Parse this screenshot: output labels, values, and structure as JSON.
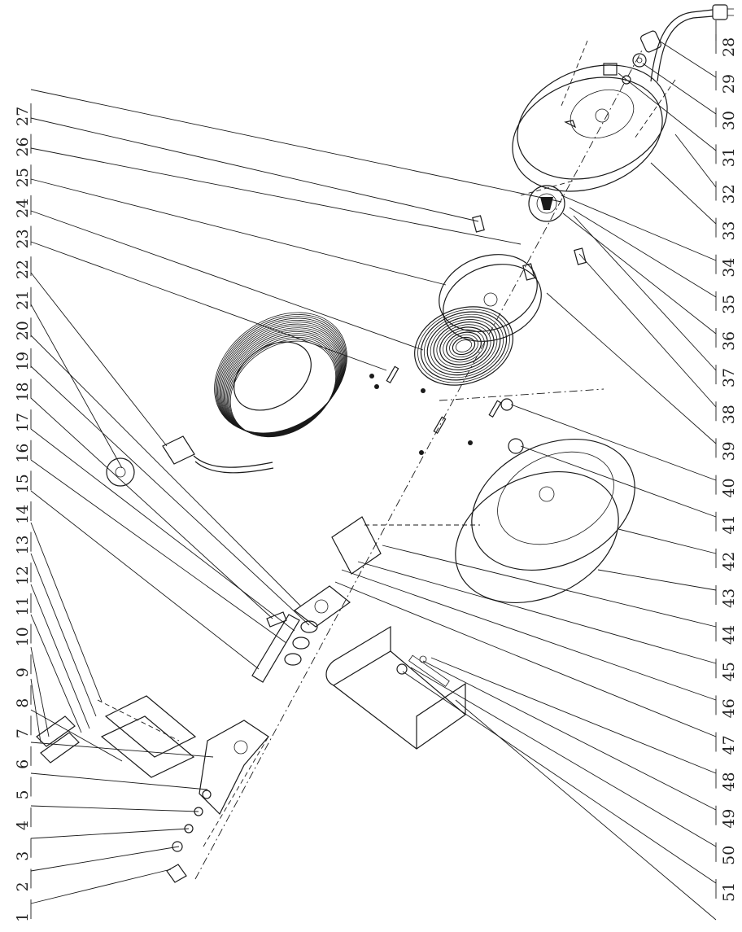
{
  "figure": {
    "callouts_left": [
      "1",
      "2",
      "3",
      "4",
      "5",
      "6",
      "7",
      "8",
      "9",
      "10",
      "11",
      "12",
      "13",
      "14",
      "15",
      "16",
      "17",
      "18",
      "19",
      "20",
      "21",
      "22",
      "23",
      "24",
      "25",
      "26",
      "27"
    ],
    "callouts_right": [
      "28",
      "29",
      "30",
      "31",
      "32",
      "33",
      "34",
      "35",
      "36",
      "37",
      "38",
      "39",
      "40",
      "41",
      "42",
      "43",
      "44",
      "45",
      "46",
      "47",
      "48",
      "49",
      "50",
      "51"
    ]
  }
}
